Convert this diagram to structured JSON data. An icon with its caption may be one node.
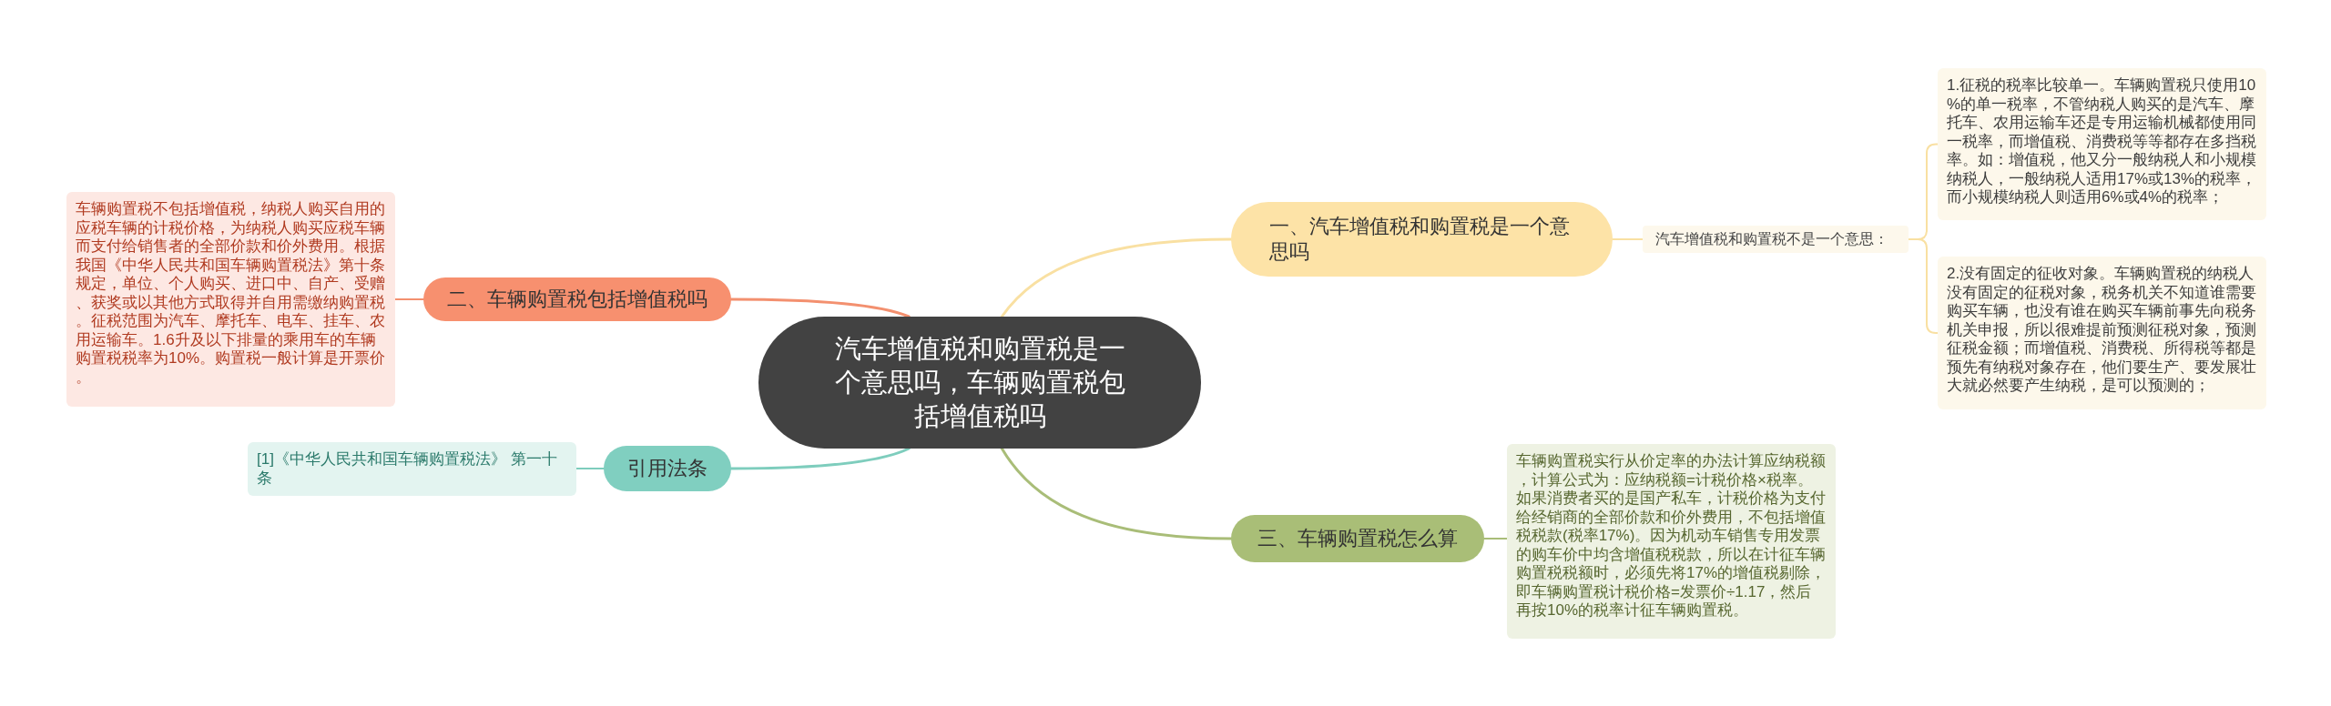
{
  "diagram": {
    "nodes": [
      {
        "text": [
          "汽车增值税和购置税是一个意思吗，车辆购置税包括增值税吗"
        ]
      },
      {
        "text": [
          "一、汽车增值税和购置税是一个意思吗"
        ]
      },
      {
        "text": [
          "汽车增值税和购置税不是一个意思："
        ]
      },
      {
        "text": [
          "1.征税的税率比较单一。车辆购置税只使用10%的单一税率，不管纳税人购买的是汽车、摩托车、农用运输车还是专用运输机械都使用同一税率，而增值税、消费税等等都存在多挡税率。如：增值税，他又分一般纳税人和小规模纳税人，一般纳税人适用17%或13%的税率，而小规模纳税人则适用6%或4%的税率；"
        ]
      },
      {
        "text": [
          "2.没有固定的征收对象。车辆购置税的纳税人没有固定的征税对象，税务机关不知道谁需要购买车辆，也没有谁在购买车辆前事先向税务机关申报，所以很难提前预测征税对象，预测征税金额；而增值税、消费税、所得税等都是预先有纳税对象存在，他们要生产、要发展壮大就必然要产生纳税，是可以预测的；"
        ]
      },
      {
        "text": [
          "二、车辆购置税包括增值税吗"
        ]
      },
      {
        "text": [
          "车辆购置税不包括增值税，纳税人购买自用的应税车辆的计税价格，为纳税人购买应税车辆而支付给销售者的全部价款和价外费用。根据我国《中华人民共和国车辆购置税法》第十条规定，单位、个人购买、进口中、自产、受赠、获奖或以其他方式取得并自用需缴纳购置税。征税范围为汽车、摩托车、电车、挂车、农用运输车。1.6升及以下排量的乘用车的车辆购置税税率为10%。购置税一般计算是开票价。"
        ]
      },
      {
        "text": [
          "引用法条"
        ]
      },
      {
        "text": [
          "[1]《中华人民共和国车辆购置税法》 第一十条"
        ]
      },
      {
        "text": [
          "三、车辆购置税怎么算"
        ]
      },
      {
        "text": [
          "车辆购置税实行从价定率的办法计算应纳税额，计算公式为：应纳税额=计税价格×税率。如果消费者买的是国产私车，计税价格为支付给经销商的全部价款和价外费用，不包括增值税税款(税率17%)。因为机动车销售专用发票的购车价中均含增值税税款，所以在计征车辆购置税税额时，必须先将17%的增值税剔除，即车辆购置税计税价格=发票价÷1.17，然后再按10%的税率计征车辆购置税。"
        ]
      }
    ],
    "edges": [
      {
        "from": 0,
        "to": 1,
        "arrow": "none",
        "color": "#f9e0a2"
      },
      {
        "from": 1,
        "to": 2,
        "arrow": "none",
        "color": "#f9e0a2"
      },
      {
        "from": 2,
        "to": 3,
        "arrow": "none",
        "color": "#f9e0a2"
      },
      {
        "from": 2,
        "to": 4,
        "arrow": "none",
        "color": "#f9e0a2"
      },
      {
        "from": 0,
        "to": 5,
        "arrow": "none",
        "color": "#f3906f"
      },
      {
        "from": 5,
        "to": 6,
        "arrow": "none",
        "color": "#f3906f"
      },
      {
        "from": 0,
        "to": 7,
        "arrow": "none",
        "color": "#7ecdbd"
      },
      {
        "from": 7,
        "to": 8,
        "arrow": "none",
        "color": "#7ecdbd"
      },
      {
        "from": 0,
        "to": 9,
        "arrow": "none",
        "color": "#a9bd78"
      },
      {
        "from": 9,
        "to": 10,
        "arrow": "none",
        "color": "#a9bd78"
      }
    ]
  }
}
